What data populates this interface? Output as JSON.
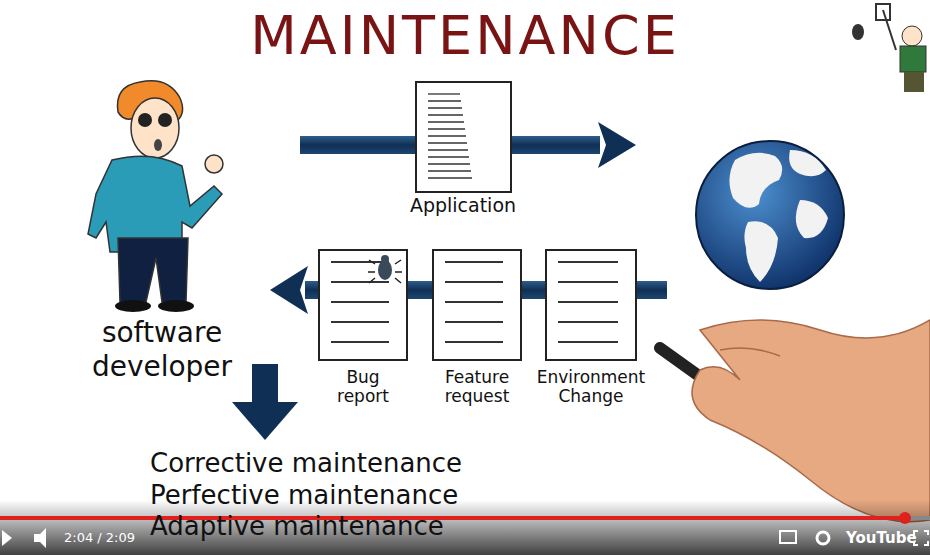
{
  "diagram": {
    "title": "MAINTENANCE",
    "nodes": [
      {
        "text": [
          "Application"
        ]
      },
      {
        "text": [
          "Bug report"
        ]
      },
      {
        "text": [
          "Feature request"
        ]
      },
      {
        "text": [
          "Environment Change"
        ]
      }
    ],
    "labels": [
      "software developer",
      "Corrective maintenance",
      "Perfective maintenance",
      "Adaptive maintenance",
      "2:04 / 2:09",
      "YouTube"
    ]
  }
}
